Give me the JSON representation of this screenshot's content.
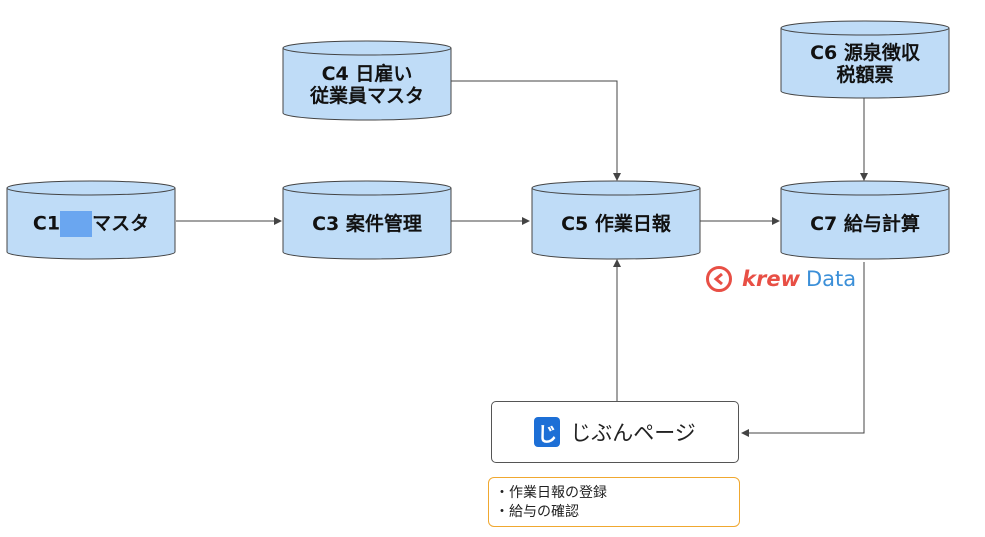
{
  "nodes": {
    "c1": {
      "id_text": "C1",
      "rest_text": "マスタ"
    },
    "c3": {
      "lines": [
        "C3 案件管理"
      ]
    },
    "c4": {
      "lines": [
        "C4 日雇い",
        "従業員マスタ"
      ]
    },
    "c5": {
      "lines": [
        "C5 作業日報"
      ]
    },
    "c6": {
      "lines": [
        "C6 源泉徴収",
        "税額票"
      ]
    },
    "c7": {
      "lines": [
        "C7 給与計算"
      ]
    }
  },
  "krew_logo": {
    "brand": "krew",
    "product": "Data"
  },
  "jibun_page": {
    "label": "じぶんページ"
  },
  "notes": {
    "items": [
      "・作業日報の登録",
      "・給与の確認"
    ]
  },
  "colors": {
    "cylinder_fill": "#bfdcf7",
    "cylinder_stroke": "#444444",
    "arrow": "#444444",
    "redaction": "#6aa6f0",
    "krew_red": "#e84f45",
    "krew_blue": "#3b8fd8",
    "notes_border": "#f0a830"
  }
}
